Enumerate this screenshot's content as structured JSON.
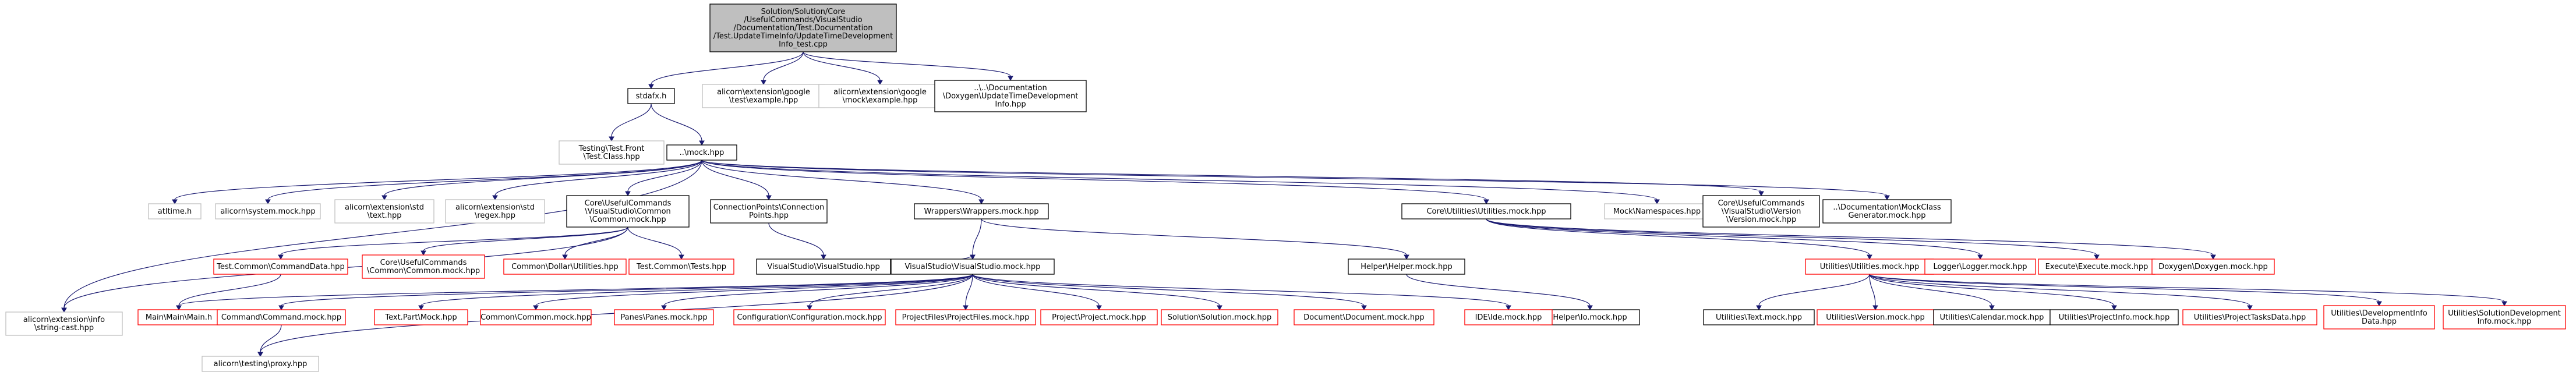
{
  "nodes": [
    {
      "id": "root",
      "lines": [
        "Solution/Solution/Core",
        "/UsefulCommands/VisualStudio",
        "/Documentation/Test.Documentation",
        "/Test.UpdateTimeInfo/UpdateTimeDevelopment",
        "Info_test.cpp"
      ],
      "style": "root"
    },
    {
      "id": "stdafx",
      "lines": [
        "stdafx.h"
      ],
      "style": "normal"
    },
    {
      "id": "gtest_ex",
      "lines": [
        "alicorn\\extension\\google",
        "\\test\\example.hpp"
      ],
      "style": "gray"
    },
    {
      "id": "gmock_ex",
      "lines": [
        "alicorn\\extension\\google",
        "\\mock\\example.hpp"
      ],
      "style": "gray"
    },
    {
      "id": "doxy_upd",
      "lines": [
        "..\\..\\Documentation",
        "\\Doxygen\\UpdateTimeDevelopment",
        "Info.hpp"
      ],
      "style": "normal"
    },
    {
      "id": "testclass",
      "lines": [
        "Testing\\Test.Front",
        "\\Test.Class.hpp"
      ],
      "style": "gray"
    },
    {
      "id": "mock",
      "lines": [
        "..\\mock.hpp"
      ],
      "style": "normal"
    },
    {
      "id": "atltime",
      "lines": [
        "atltime.h"
      ],
      "style": "gray"
    },
    {
      "id": "sysmock",
      "lines": [
        "alicorn\\system.mock.hpp"
      ],
      "style": "gray"
    },
    {
      "id": "stdtext",
      "lines": [
        "alicorn\\extension\\std",
        "\\text.hpp"
      ],
      "style": "gray"
    },
    {
      "id": "stdregex",
      "lines": [
        "alicorn\\extension\\std",
        "\\regex.hpp"
      ],
      "style": "gray"
    },
    {
      "id": "commonmock",
      "lines": [
        "Core\\UsefulCommands",
        "\\VisualStudio\\Common",
        "\\Common.mock.hpp"
      ],
      "style": "normal"
    },
    {
      "id": "connmock",
      "lines": [
        "ConnectionPoints\\Connection",
        "Points.hpp"
      ],
      "style": "normal"
    },
    {
      "id": "wrappers",
      "lines": [
        "Wrappers\\Wrappers.mock.hpp"
      ],
      "style": "normal"
    },
    {
      "id": "utilmock",
      "lines": [
        "Core\\Utilities\\Utilities.mock.hpp"
      ],
      "style": "normal"
    },
    {
      "id": "mocknames",
      "lines": [
        "Mock\\Namespaces.hpp"
      ],
      "style": "gray"
    },
    {
      "id": "versionmock",
      "lines": [
        "Core\\UsefulCommands",
        "\\VisualStudio\\Version",
        "\\Version.mock.hpp"
      ],
      "style": "normal"
    },
    {
      "id": "mockclassgen",
      "lines": [
        "..\\Documentation\\MockClass",
        "Generator.mock.hpp"
      ],
      "style": "normal"
    },
    {
      "id": "stringcast",
      "lines": [
        "alicorn\\extension\\info",
        "\\string-cast.hpp"
      ],
      "style": "gray"
    },
    {
      "id": "cmddata",
      "lines": [
        "Test.Common\\CommandData.hpp"
      ],
      "style": "red"
    },
    {
      "id": "corecommon",
      "lines": [
        "Core\\UsefulCommands",
        "\\Common\\Common.mock.hpp"
      ],
      "style": "red"
    },
    {
      "id": "dollar",
      "lines": [
        "Common\\Dollar\\Utilities.hpp"
      ],
      "style": "red"
    },
    {
      "id": "tests",
      "lines": [
        "Test.Common\\Tests.hpp"
      ],
      "style": "red"
    },
    {
      "id": "vs",
      "lines": [
        "VisualStudio\\VisualStudio.hpp"
      ],
      "style": "normal"
    },
    {
      "id": "helper",
      "lines": [
        "Helper\\Helper.mock.hpp"
      ],
      "style": "normal"
    },
    {
      "id": "utils2",
      "lines": [
        "Utilities\\Utilities.mock.hpp"
      ],
      "style": "red"
    },
    {
      "id": "logger",
      "lines": [
        "Logger\\Logger.mock.hpp"
      ],
      "style": "red"
    },
    {
      "id": "execute",
      "lines": [
        "Execute\\Execute.mock.hpp"
      ],
      "style": "red"
    },
    {
      "id": "doxygen",
      "lines": [
        "Doxygen\\Doxygen.mock.hpp"
      ],
      "style": "red"
    },
    {
      "id": "main",
      "lines": [
        "Main\\Main\\Main.h"
      ],
      "style": "red"
    },
    {
      "id": "vsmock",
      "lines": [
        "VisualStudio\\VisualStudio.mock.hpp"
      ],
      "style": "normal"
    },
    {
      "id": "io",
      "lines": [
        "Helper\\Io.mock.hpp"
      ],
      "style": "normal"
    },
    {
      "id": "command",
      "lines": [
        "Command\\Command.mock.hpp"
      ],
      "style": "red"
    },
    {
      "id": "textpart",
      "lines": [
        "Text.Part\\Mock.hpp"
      ],
      "style": "red"
    },
    {
      "id": "commoncommon",
      "lines": [
        "Common\\Common.mock.hpp"
      ],
      "style": "red"
    },
    {
      "id": "panes",
      "lines": [
        "Panes\\Panes.mock.hpp"
      ],
      "style": "red"
    },
    {
      "id": "config",
      "lines": [
        "Configuration\\Configuration.mock.hpp"
      ],
      "style": "red"
    },
    {
      "id": "projfiles",
      "lines": [
        "ProjectFiles\\ProjectFiles.mock.hpp"
      ],
      "style": "red"
    },
    {
      "id": "project",
      "lines": [
        "Project\\Project.mock.hpp"
      ],
      "style": "red"
    },
    {
      "id": "solution",
      "lines": [
        "Solution\\Solution.mock.hpp"
      ],
      "style": "red"
    },
    {
      "id": "document",
      "lines": [
        "Document\\Document.mock.hpp"
      ],
      "style": "red"
    },
    {
      "id": "ide",
      "lines": [
        "IDE\\Ide.mock.hpp"
      ],
      "style": "red"
    },
    {
      "id": "text",
      "lines": [
        "Utilities\\Text.mock.hpp"
      ],
      "style": "normal"
    },
    {
      "id": "version",
      "lines": [
        "Utilities\\Version.mock.hpp"
      ],
      "style": "red"
    },
    {
      "id": "calendar",
      "lines": [
        "Utilities\\Calendar.mock.hpp"
      ],
      "style": "normal"
    },
    {
      "id": "projinfo",
      "lines": [
        "Utilities\\ProjectInfo.mock.hpp"
      ],
      "style": "normal"
    },
    {
      "id": "projtasks",
      "lines": [
        "Utilities\\ProjectTasksData.hpp"
      ],
      "style": "red"
    },
    {
      "id": "devinfo",
      "lines": [
        "Utilities\\DevelopmentInfo",
        "Data.hpp"
      ],
      "style": "red"
    },
    {
      "id": "soldev",
      "lines": [
        "Utilities\\SolutionDevelopment",
        "Info.mock.hpp"
      ],
      "style": "red"
    },
    {
      "id": "proxy",
      "lines": [
        "alicorn\\testing\\proxy.hpp"
      ],
      "style": "gray"
    }
  ],
  "edges": [
    [
      "root",
      "stdafx"
    ],
    [
      "root",
      "gtest_ex"
    ],
    [
      "root",
      "gmock_ex"
    ],
    [
      "root",
      "doxy_upd"
    ],
    [
      "stdafx",
      "testclass"
    ],
    [
      "stdafx",
      "mock"
    ],
    [
      "mock",
      "atltime"
    ],
    [
      "mock",
      "sysmock"
    ],
    [
      "mock",
      "stdtext"
    ],
    [
      "mock",
      "stdregex"
    ],
    [
      "mock",
      "commonmock"
    ],
    [
      "mock",
      "connmock"
    ],
    [
      "mock",
      "wrappers"
    ],
    [
      "mock",
      "utilmock"
    ],
    [
      "mock",
      "mocknames"
    ],
    [
      "mock",
      "versionmock"
    ],
    [
      "mock",
      "mockclassgen"
    ],
    [
      "mock",
      "stringcast"
    ],
    [
      "commonmock",
      "cmddata"
    ],
    [
      "commonmock",
      "corecommon"
    ],
    [
      "commonmock",
      "dollar"
    ],
    [
      "commonmock",
      "tests"
    ],
    [
      "commonmock",
      "stringcast"
    ],
    [
      "connmock",
      "vs"
    ],
    [
      "wrappers",
      "vsmock"
    ],
    [
      "wrappers",
      "helper"
    ],
    [
      "vs",
      "vsmock"
    ],
    [
      "helper",
      "io"
    ],
    [
      "utilmock",
      "utils2"
    ],
    [
      "utilmock",
      "logger"
    ],
    [
      "utilmock",
      "execute"
    ],
    [
      "utilmock",
      "doxygen"
    ],
    [
      "cmddata",
      "main"
    ],
    [
      "vsmock",
      "main"
    ],
    [
      "vsmock",
      "command"
    ],
    [
      "vsmock",
      "textpart"
    ],
    [
      "vsmock",
      "commoncommon"
    ],
    [
      "vsmock",
      "panes"
    ],
    [
      "vsmock",
      "config"
    ],
    [
      "vsmock",
      "projfiles"
    ],
    [
      "vsmock",
      "project"
    ],
    [
      "vsmock",
      "solution"
    ],
    [
      "vsmock",
      "document"
    ],
    [
      "vsmock",
      "ide"
    ],
    [
      "vsmock",
      "proxy"
    ],
    [
      "command",
      "proxy"
    ],
    [
      "utils2",
      "text"
    ],
    [
      "utils2",
      "version"
    ],
    [
      "utils2",
      "calendar"
    ],
    [
      "utils2",
      "projinfo"
    ],
    [
      "utils2",
      "projtasks"
    ],
    [
      "utils2",
      "devinfo"
    ],
    [
      "utils2",
      "soldev"
    ]
  ],
  "colors": {
    "edge": "#191970",
    "root_fill": "#bfbfbf",
    "normal_stroke": "#000000",
    "gray_stroke": "#bfbfbf",
    "red_stroke": "#ff0000",
    "text": "#000000"
  }
}
